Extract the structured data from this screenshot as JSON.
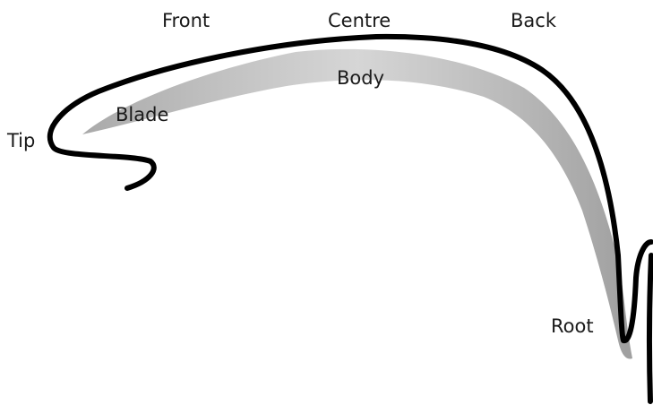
{
  "labels": {
    "front": "Front",
    "centre": "Centre",
    "back": "Back",
    "body": "Body",
    "blade": "Blade",
    "tip": "Tip",
    "root": "Root"
  },
  "colors": {
    "outline": "#000000",
    "shading": "#a9a9a9",
    "text": "#1a1a1a"
  }
}
